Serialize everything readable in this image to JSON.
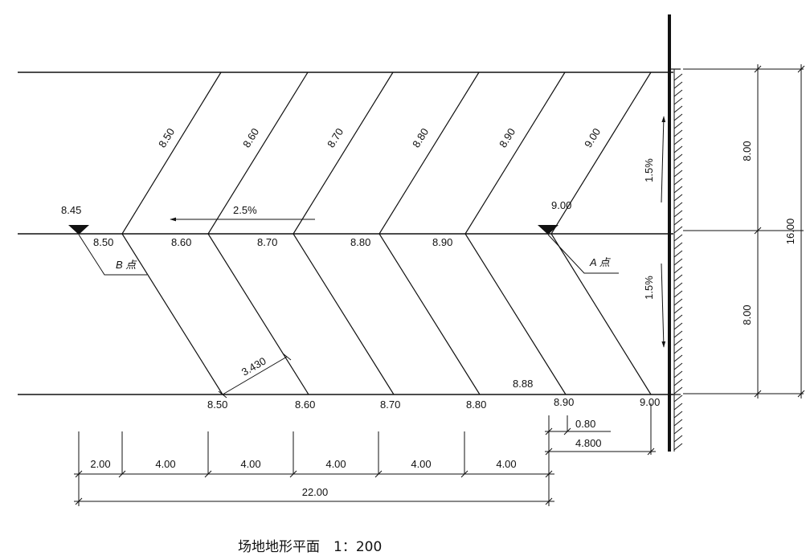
{
  "title": "场地地形平面　1：200",
  "contours_upper": [
    "8.50",
    "8.60",
    "8.70",
    "8.80",
    "8.90",
    "9.00"
  ],
  "center_ridge": [
    "8.50",
    "8.60",
    "8.70",
    "8.80",
    "8.90"
  ],
  "bottom_edge": [
    "8.50",
    "8.60",
    "8.70",
    "8.80",
    "8.90",
    "9.00"
  ],
  "point_b": {
    "elevation": "8.45",
    "label": "B 点"
  },
  "point_a": {
    "elevation": "9.00",
    "label": "A 点"
  },
  "spot_888": "8.88",
  "slope_main": "2.5%",
  "slope_upper": "1.5%",
  "slope_lower": "1.5%",
  "dim_3430": "3.430",
  "dims_bottom": [
    "2.00",
    "4.00",
    "4.00",
    "4.00",
    "4.00",
    "4.00"
  ],
  "dim_total": "22.00",
  "dim_0_80": "0.80",
  "dim_4_800": "4.800",
  "dims_right": [
    "8.00",
    "8.00"
  ],
  "dim_right_total": "16.00"
}
